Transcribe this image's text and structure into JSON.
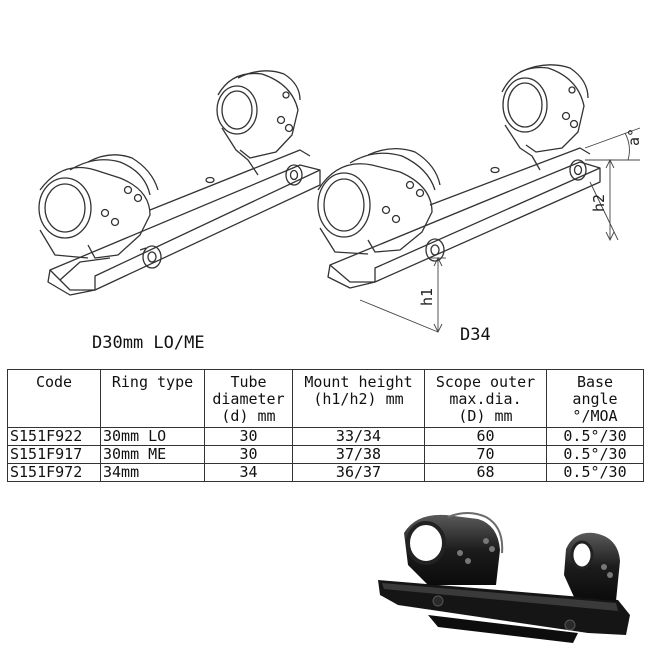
{
  "captions": {
    "left": "D30mm LO/ME",
    "right": "D34"
  },
  "dimension_labels": {
    "h1": "h1",
    "h2": "h2",
    "angle": "a°"
  },
  "table": {
    "headers": [
      [
        "Code"
      ],
      [
        "Ring type"
      ],
      [
        "Tube",
        "diameter",
        "(d) mm"
      ],
      [
        "Mount height",
        "(h1/h2) mm"
      ],
      [
        "Scope outer",
        "max.dia.",
        "(D) mm"
      ],
      [
        "Base",
        "angle",
        "°/MOA"
      ]
    ],
    "rows": [
      [
        "S151F922",
        "30mm LO",
        "30",
        "33/34",
        "60",
        "0.5°/30"
      ],
      [
        "S151F917",
        "30mm ME",
        "30",
        "37/38",
        "70",
        "0.5°/30"
      ],
      [
        "S151F972",
        "34mm",
        "34",
        "36/37",
        "68",
        "0.5°/30"
      ]
    ]
  }
}
